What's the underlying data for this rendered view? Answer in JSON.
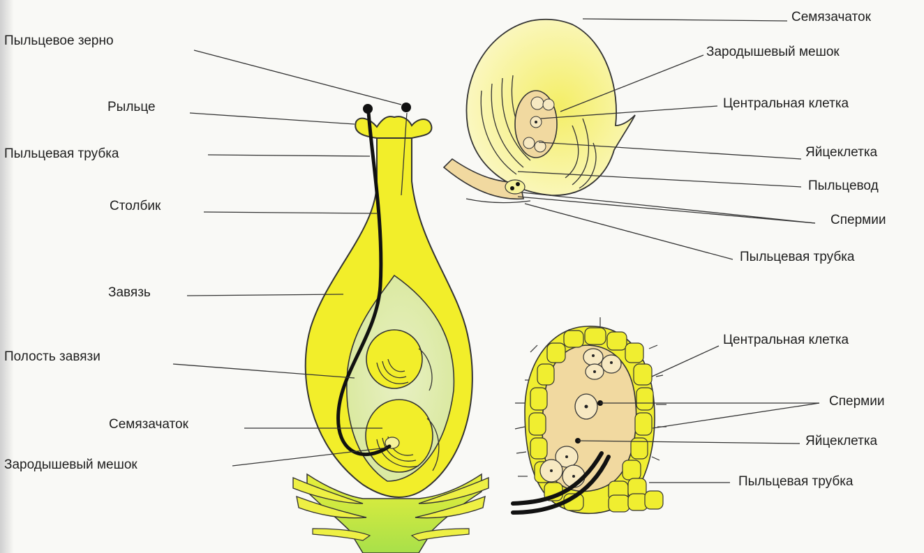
{
  "diagram": {
    "pistil_labels": {
      "pollen_grain": "Пыльцевое зерно",
      "stigma": "Рыльце",
      "pollen_tube": "Пыльцевая трубка",
      "style": "Столбик",
      "ovary": "Завязь",
      "ovary_cavity": "Полость завязи",
      "ovule": "Семязачаток",
      "embryo_sac": "Зародышевый мешок"
    },
    "ovule_labels": {
      "ovule": "Семязачаток",
      "embryo_sac": "Зародышевый мешок",
      "central_cell": "Центральная клетка",
      "egg_cell": "Яйцеклетка",
      "micropyle": "Пыльцевод",
      "sperms": "Спермии",
      "pollen_tube": "Пыльцевая трубка"
    },
    "sac_labels": {
      "central_cell": "Центральная клетка",
      "sperms": "Спермии",
      "egg_cell": "Яйцеклетка",
      "pollen_tube": "Пыльцевая трубка"
    },
    "colors": {
      "yellow": "#f2ee2a",
      "pale_yellow": "#f7f3a0",
      "sac_fill": "#f1d9a0",
      "line": "#222222"
    }
  }
}
